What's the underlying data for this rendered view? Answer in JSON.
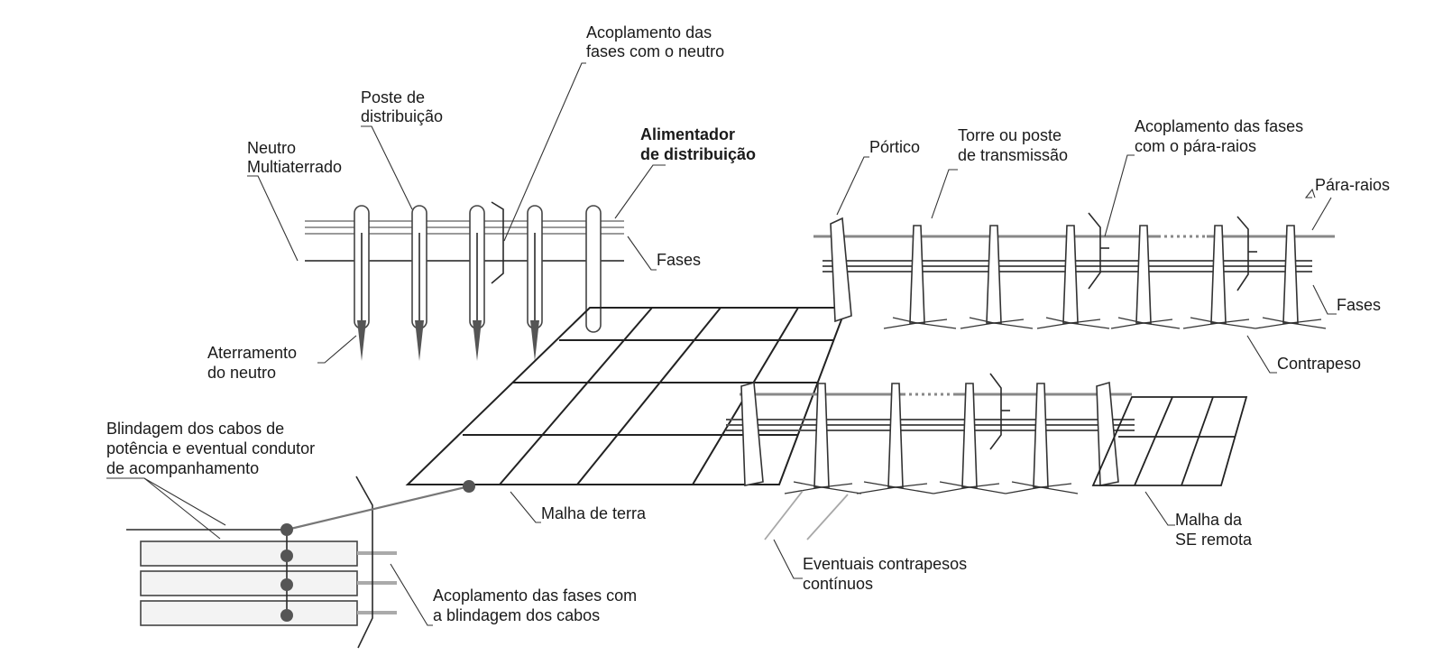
{
  "labels": {
    "acoplamento_neutro": [
      "Acoplamento das",
      "fases com o neutro"
    ],
    "poste_distribuicao": [
      "Poste de",
      "distribuição"
    ],
    "neutro_multiaterrado": [
      "Neutro",
      "Multiaterrado"
    ],
    "alimentador": [
      "Alimentador",
      "de distribuição"
    ],
    "fases_distribuicao": "Fases",
    "aterramento_neutro": [
      "Aterramento",
      "do neutro"
    ],
    "portico": "Pórtico",
    "torre_transmissao": [
      "Torre ou poste",
      "de transmissão"
    ],
    "acoplamento_para_raios": [
      "Acoplamento das fases",
      "com o pára-raios"
    ],
    "para_raios": "Pára-raios",
    "fases_transmissao": "Fases",
    "contrapeso": "Contrapeso",
    "blindagem": [
      "Blindagem dos cabos de",
      "potência e eventual condutor",
      "de acompanhamento"
    ],
    "malha_terra": "Malha de terra",
    "malha_se_remota": [
      "Malha da",
      "SE remota"
    ],
    "contrapesos_continuos": [
      "Eventuais contrapesos",
      "contínuos"
    ],
    "acoplamento_blindagem": [
      "Acoplamento das fases com",
      "a blindagem dos cabos"
    ]
  }
}
